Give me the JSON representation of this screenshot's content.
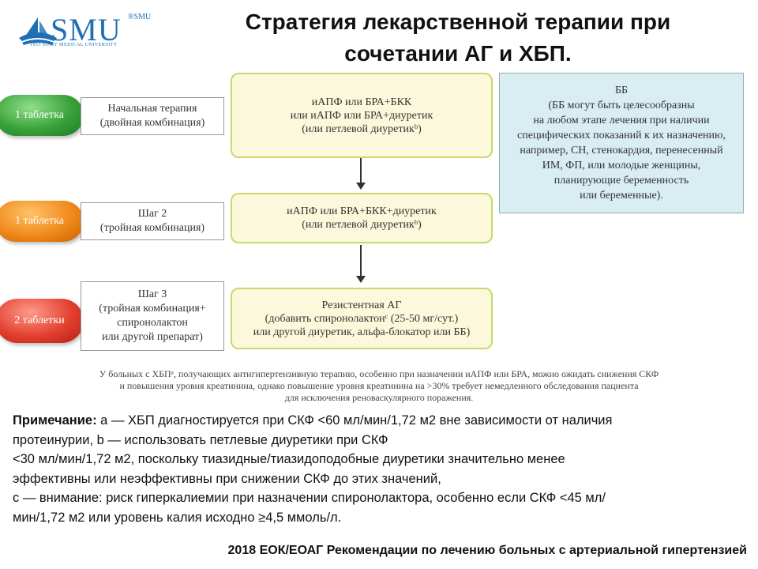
{
  "logo": {
    "wordmark": "SMU",
    "superscript": "®SMU",
    "subtitle": "1953  SUMY MEDICAL UNIVERSITY",
    "color": "#1f6fb5"
  },
  "title": {
    "line1": "Стратегия лекарственной терапии при",
    "line2": "сочетании АГ и ХБП."
  },
  "steps": [
    {
      "pill": "1 таблетка",
      "pill_color": "green",
      "label": [
        "Начальная терапия",
        "(двойная комбинация)"
      ],
      "box": [
        "иАПФ или БРА+БКК",
        "или иАПФ или БРА+диуретик",
        "(или петлевой диуретикᵇ)"
      ]
    },
    {
      "pill": "1 таблетка",
      "pill_color": "orange",
      "label": [
        "Шаг 2",
        "(тройная комбинация)"
      ],
      "box": [
        "иАПФ или БРА+БКК+диуретик",
        "(или петлевой диуретикᵇ)"
      ]
    },
    {
      "pill": "2 таблетки",
      "pill_color": "red",
      "label": [
        "Шаг 3",
        "(тройная комбинация+",
        "спиронолактон",
        "или другой препарат)"
      ],
      "box": [
        "Резистентная АГ",
        "(добавить спиронолактонᶜ (25-50 мг/сут.)",
        "или другой диуретик, альфа-блокатор или ББ)"
      ]
    }
  ],
  "bb_box": [
    "ББ",
    "(ББ могут быть целесообразны",
    "на любом этапе лечения при наличии",
    "специфических показаний к их назначению,",
    "например, СН, стенокардия, перенесенный",
    "ИМ, ФП, или молодые женщины,",
    "планирующие беременность",
    "или беременные)."
  ],
  "footnote": [
    "У больных с ХБПᵃ, получающих антигипертензивную терапию, особенно при назначении иАПФ или БРА, можно ожидать снижения СКФ",
    "и повышения уровня креатинина, однако повышение уровня креатинина на >30% требует немедленного обследования пациента",
    "для исключения реноваскулярного поражения."
  ],
  "note": {
    "label": "Примечание:",
    "lines": [
      " a — ХБП диагностируется при СКФ <60 мл/мин/1,72 м2 вне зависимости от наличия",
      "протеинурии, b — использовать петлевые диуретики при СКФ",
      "<30 мл/мин/1,72 м2, поскольку тиазидные/тиазидоподобные диуретики значительно менее",
      "эффективны или неэффективны при снижении СКФ до этих значений,",
      "c — внимание: риск гиперкалиемии при назначении спиронолактора, особенно если СКФ <45 мл/",
      "мин/1,72 м2 или уровень калия исходно ≥4,5 ммоль/л."
    ]
  },
  "source": "2018 ЕОК/ЕОАГ Рекомендации по лечению больных с артериальной гипертензией"
}
